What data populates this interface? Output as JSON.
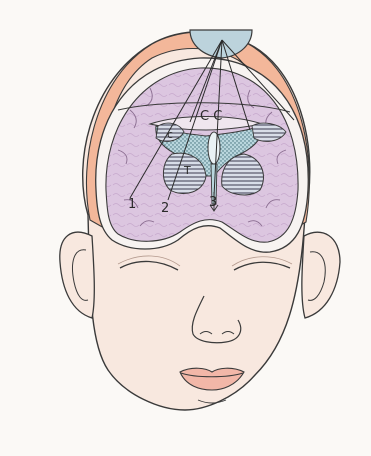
{
  "labels": {
    "cc": "C C",
    "caudate": "c",
    "thalamus": "T",
    "probe_1": "1",
    "probe_2": "2",
    "probe_3": "3"
  },
  "colors": {
    "skin": "#f7e6dc",
    "scalp": "#f3b79a",
    "skull_rim": "#f6f1ee",
    "brain": "#dcc6e0",
    "ventricle": "#b9d6dd",
    "fontanelle": "#bcd3dc",
    "outline": "#3a3a3a",
    "lips": "#f2b7a8"
  }
}
